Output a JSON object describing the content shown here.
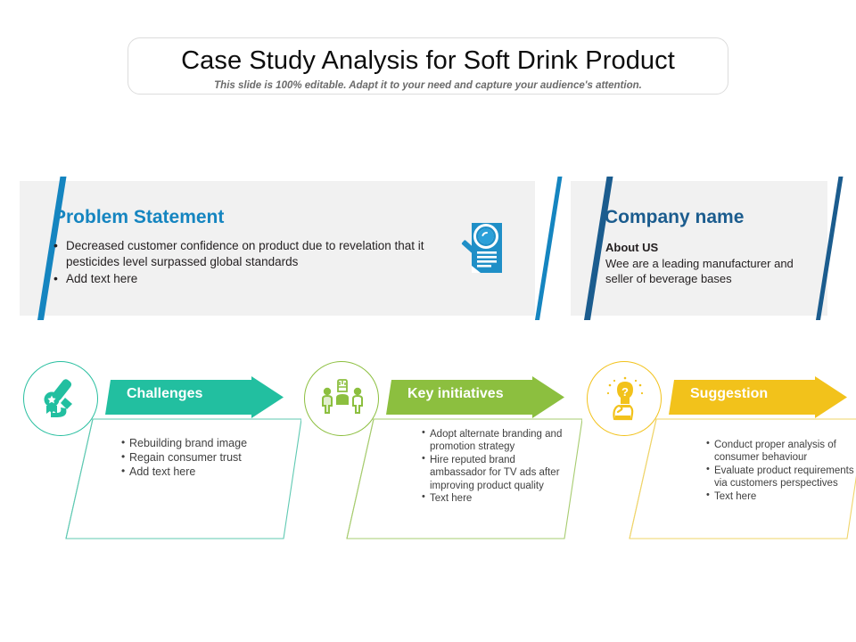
{
  "slide": {
    "title": "Case Study Analysis for Soft Drink Product",
    "subtitle": "This slide is 100% editable. Adapt it to your need and capture your audience's attention."
  },
  "problem_panel": {
    "heading": "Problem Statement",
    "bullets": [
      "Decreased customer  confidence on product due to revelation that it pesticides level surpassed global standards",
      "Add text here"
    ],
    "icon": "document-magnifier-icon",
    "accent_color": "#1585c0"
  },
  "company_panel": {
    "heading": "Company name",
    "about_label": "About US",
    "about_text": "Wee are a leading manufacturer and seller of beverage bases",
    "accent_color": "#1b5c8e"
  },
  "stages": [
    {
      "label": "Challenges",
      "color": "#29bfa0",
      "icon": "microscope-award-icon",
      "bullets": [
        "Rebuilding brand image",
        "Regain consumer trust",
        "Add text here"
      ]
    },
    {
      "label": "Key initiatives",
      "color": "#8cbf3f",
      "icon": "people-raised-fist-icon",
      "bullets": [
        "Adopt alternate branding and promotion strategy",
        "Hire reputed  brand ambassador for TV ads after improving  product quality",
        "Text here"
      ]
    },
    {
      "label": "Suggestion",
      "color": "#f2c21b",
      "icon": "lightbulb-hand-question-icon",
      "bullets": [
        "Conduct proper  analysis of consumer behaviour",
        "Evaluate  product requirements  via customers perspectives",
        "Text here"
      ]
    }
  ]
}
